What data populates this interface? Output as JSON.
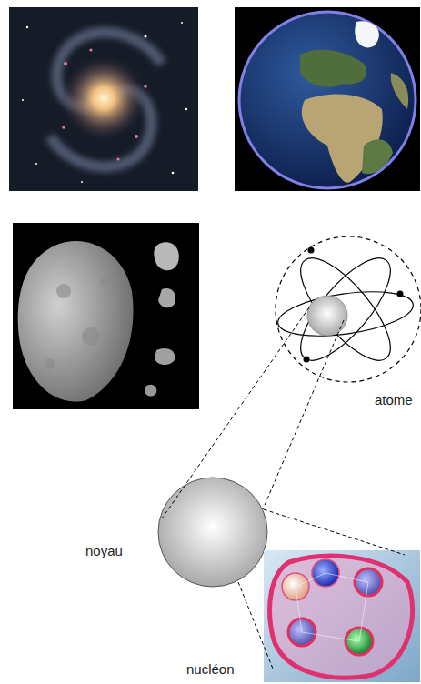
{
  "diagram": {
    "nodes": [
      {
        "text": [
          "atome"
        ]
      },
      {
        "text": [
          "noyau"
        ]
      },
      {
        "text": [
          "nucléon"
        ]
      }
    ],
    "edges": [
      {
        "from": 0,
        "to": 1,
        "arrow": "none"
      },
      {
        "from": 1,
        "to": 2,
        "arrow": "none"
      }
    ]
  }
}
